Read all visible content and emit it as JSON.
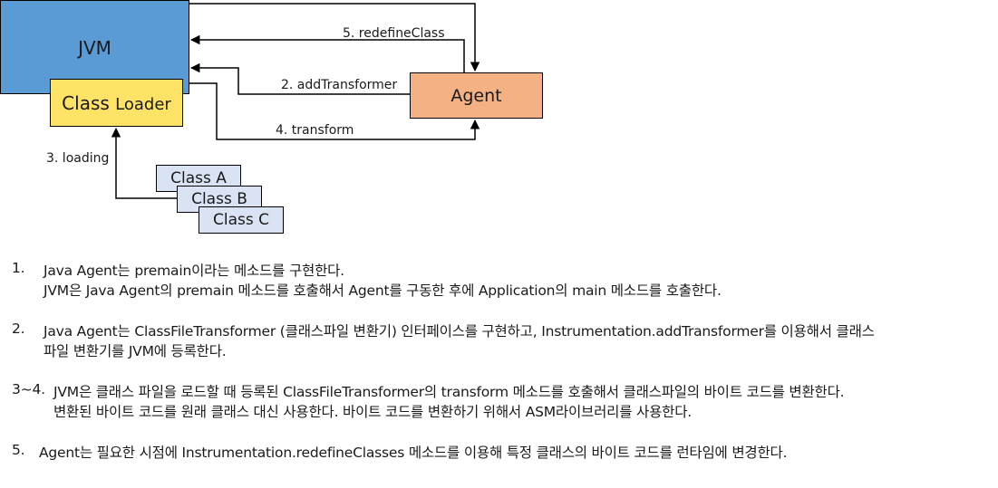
{
  "diagram": {
    "jvm_label": "JVM",
    "class_loader_word1": "Class",
    "class_loader_word2": "Loader",
    "agent_label": "Agent",
    "class_a": "Class A",
    "class_b": "Class B",
    "class_c": "Class C",
    "edge_redefine": "5. redefineClass",
    "edge_add_transformer": "2. addTransformer",
    "edge_transform": "4. transform",
    "edge_loading": "3. loading"
  },
  "notes": [
    {
      "number": "1.",
      "lines": [
        "Java Agent는 premain이라는 메소드를 구현한다.",
        "JVM은 Java Agent의 premain 메소드를 호출해서 Agent를 구동한 후에 Application의 main 메소드를 호출한다."
      ]
    },
    {
      "number": "2.",
      "lines": [
        "Java Agent는 ClassFileTransformer (클래스파일 변환기) 인터페이스를 구현하고, Instrumentation.addTransformer를 이용해서 클래스",
        "파일 변환기를 JVM에 등록한다."
      ]
    },
    {
      "number": "3~4.",
      "lines": [
        "JVM은 클래스 파일을 로드할 때 등록된 ClassFileTransformer의 transform 메소드를 호출해서 클래스파일의 바이트 코드를 변환한다.",
        "변환된 바이트 코드를 원래 클래스 대신 사용한다. 바이트 코드를 변환하기 위해서 ASM라이브러리를 사용한다."
      ]
    },
    {
      "number": "5.",
      "lines": [
        "Agent는 필요한 시점에 Instrumentation.redefineClasses 메소드를 이용해 특정 클래스의 바이트 코드를 런타임에 변경한다."
      ]
    }
  ]
}
